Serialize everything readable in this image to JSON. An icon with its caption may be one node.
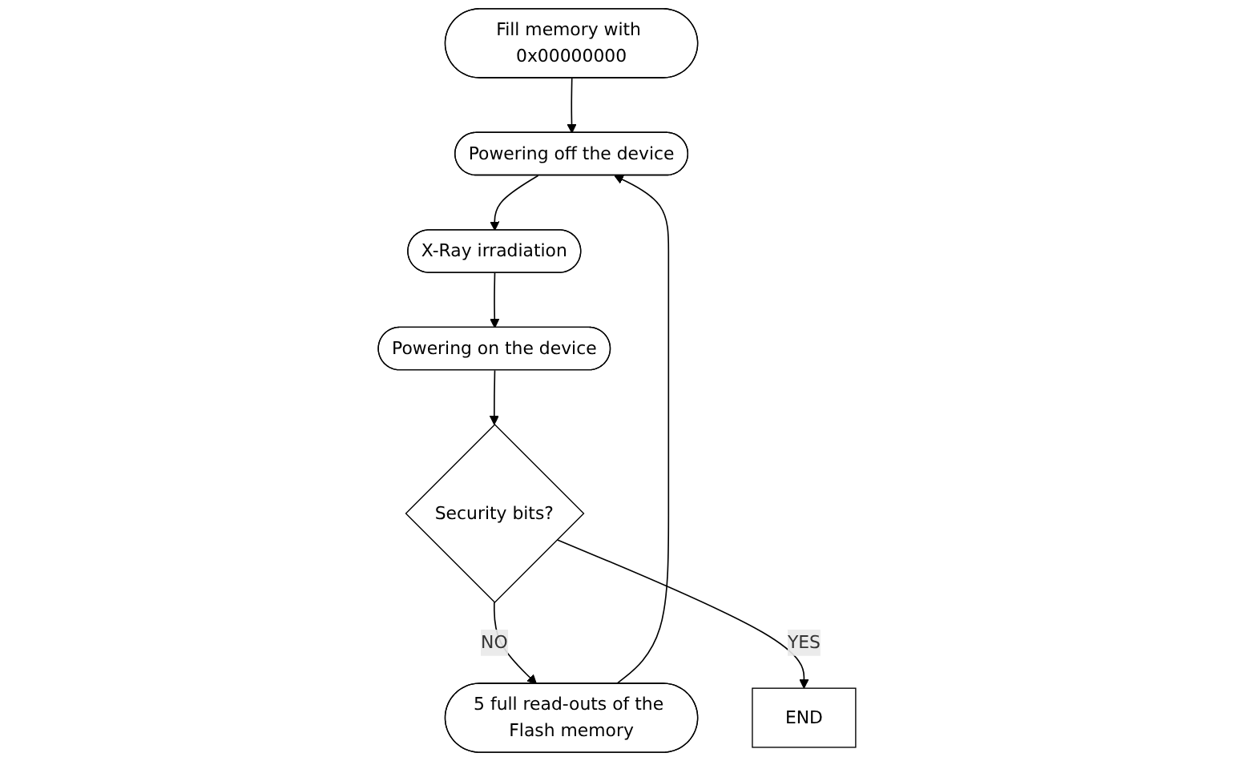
{
  "diagram": {
    "nodes": [
      {
        "text": [
          "Fill memory with 0x00000000"
        ]
      },
      {
        "text": [
          "Powering off the device"
        ]
      },
      {
        "text": [
          "X-Ray irradiation"
        ]
      },
      {
        "text": [
          "Powering on the device"
        ]
      },
      {
        "text": [
          "Security bits?"
        ]
      },
      {
        "text": [
          "END"
        ]
      },
      {
        "text": [
          "5 full read-outs of the Flash memory"
        ]
      }
    ],
    "edges": [
      {
        "from": 0,
        "to": 1,
        "arrow": "to"
      },
      {
        "from": 1,
        "to": 2,
        "arrow": "to"
      },
      {
        "from": 2,
        "to": 3,
        "arrow": "to"
      },
      {
        "from": 3,
        "to": 4,
        "arrow": "to"
      },
      {
        "from": 4,
        "to": 6,
        "arrow": "to",
        "label": "NO"
      },
      {
        "from": 6,
        "to": 1,
        "arrow": "to"
      },
      {
        "from": 4,
        "to": 5,
        "arrow": "to",
        "label": "YES"
      }
    ]
  }
}
